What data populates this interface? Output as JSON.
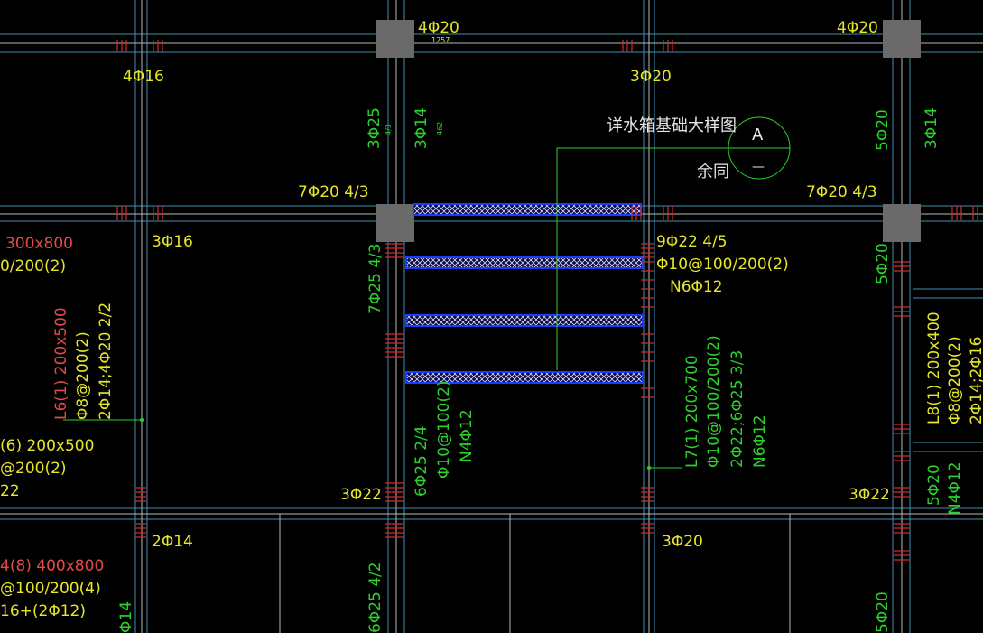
{
  "colors": {
    "background": "#000000",
    "beam_line": "#3f8fb0",
    "grid_line": "#cfcfcf",
    "column": "#6a6a6a",
    "rebar_tick": "#d42a2a",
    "text_yellow": "#e6e62a",
    "text_green": "#2cd22c",
    "text_red": "#e24a4a",
    "text_white": "#e8e8e8",
    "hatch_blue": "#1a3cff"
  },
  "labels": {
    "t1": "4Φ20",
    "t1b": "1257",
    "t2": "4Φ20",
    "t3": "4Φ16",
    "t4": "3Φ20",
    "t5": "3Φ25",
    "t5b": "4/3",
    "t6": "3Φ14",
    "t6b": "462",
    "t7": "5Φ20",
    "t8": "3Φ14",
    "t9": "7Φ20 4/3",
    "t10": "7Φ20 4/3",
    "t11": "300x800",
    "t12": "0/200(2)",
    "t13": "3Φ16",
    "t14": "9Φ22 4/5",
    "t15": "Φ10@100/200(2)",
    "t16": "N6Φ12",
    "t17": "7Φ25 4/3",
    "t18": "5Φ20",
    "t19": "L6(1) 200x500",
    "t20": "Φ8@200(2)",
    "t21": "2Φ14;4Φ20 2/2",
    "t22": "L7(1) 200x700",
    "t23": "Φ10@100/200(2)",
    "t24": "2Φ22;6Φ25 3/3",
    "t25": "N6Φ12",
    "t26": "6Φ25 2/4",
    "t27": "Φ10@100(2)",
    "t28": "N4Φ12",
    "t29": "L8(1) 200x400",
    "t30": "Φ8@200(2)",
    "t31": "2Φ14;2Φ16",
    "t32": "(6) 200x500",
    "t33": "@200(2)",
    "t34": "22",
    "t35": "3Φ22",
    "t36": "3Φ22",
    "t37": "5Φ20",
    "t38": "N4Φ12",
    "t39": "2Φ14",
    "t40": "3Φ20",
    "t41": "4(8) 400x800",
    "t42": "@100/200(4)",
    "t43": "16+(2Φ12)",
    "t44": "Φ14",
    "t45": "6Φ25 4/2",
    "t46": "5Φ20"
  },
  "detail_note": {
    "title": "详水箱基础大样图",
    "same": "余同",
    "symbol_top": "A",
    "symbol_bottom": "—"
  }
}
